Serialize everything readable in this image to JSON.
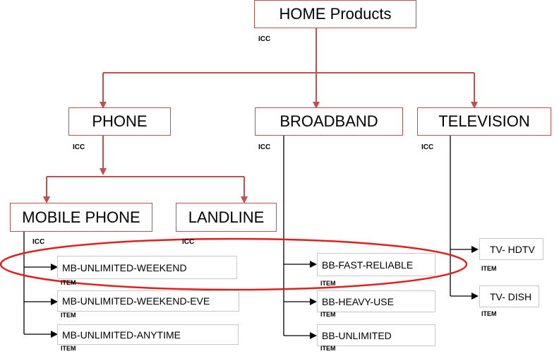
{
  "colors": {
    "connector": "#c0504d",
    "item_line": "#000000",
    "highlight": "#e02020",
    "cat_border": "#c0504d",
    "item_border": "#c8c8c8"
  },
  "nodes": {
    "home": {
      "label": "HOME Products",
      "tag": "ICC"
    },
    "phone": {
      "label": "PHONE",
      "tag": "ICC"
    },
    "broadband": {
      "label": "BROADBAND",
      "tag": "ICC"
    },
    "television": {
      "label": "TELEVISION",
      "tag": "ICC"
    },
    "mobile_phone": {
      "label": "MOBILE PHONE",
      "tag": "ICC"
    },
    "landline": {
      "label": "LANDLINE",
      "tag": "ICC"
    }
  },
  "items": {
    "mobile": [
      {
        "label": "MB-UNLIMITED-WEEKEND",
        "tag": "ITEM"
      },
      {
        "label": "MB-UNLIMITED-WEEKEND-EVE",
        "tag": "ITEM"
      },
      {
        "label": "MB-UNLIMITED-ANYTIME",
        "tag": "ITEM"
      }
    ],
    "broadband": [
      {
        "label": "BB-FAST-RELIABLE",
        "tag": "ITEM"
      },
      {
        "label": "BB-HEAVY-USE",
        "tag": "ITEM"
      },
      {
        "label": "BB-UNLIMITED",
        "tag": "ITEM"
      }
    ],
    "tv": [
      {
        "label": "TV- HDTV",
        "tag": "ITEM"
      },
      {
        "label": "TV- DISH",
        "tag": "ITEM"
      }
    ]
  }
}
